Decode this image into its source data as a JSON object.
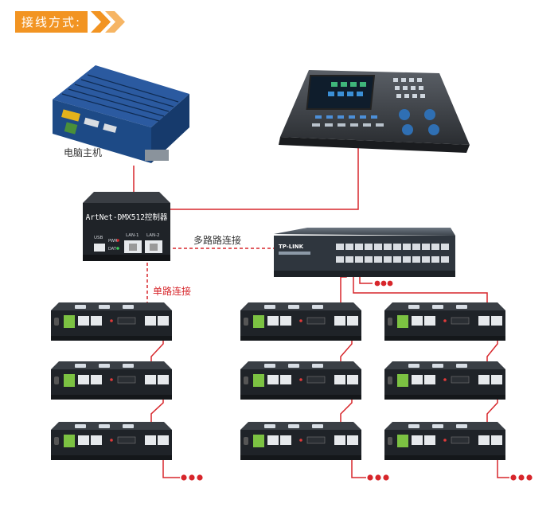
{
  "header": {
    "title": "接线方式:"
  },
  "labels": {
    "computer_host": "电脑主机",
    "controller_model": "ArtNet-DMX512控制器",
    "usb_port": "USB",
    "pwr_led": "PWR",
    "dat_led": "DAT",
    "lan1_port": "LAN-1",
    "lan2_port": "LAN-2",
    "multi_link": "多路路连接",
    "single_link": "单路连接",
    "switch_brand": "TP-LINK"
  },
  "colors": {
    "accent_orange": "#f29422",
    "link_red": "#d7262b",
    "device_dark": "#1f2328",
    "device_blue": "#1d4a86",
    "terminal_green": "#7cc242"
  },
  "icons": {
    "header_arrows": "double-chevron-right-icon",
    "continuation": "ellipsis-dots-icon"
  }
}
